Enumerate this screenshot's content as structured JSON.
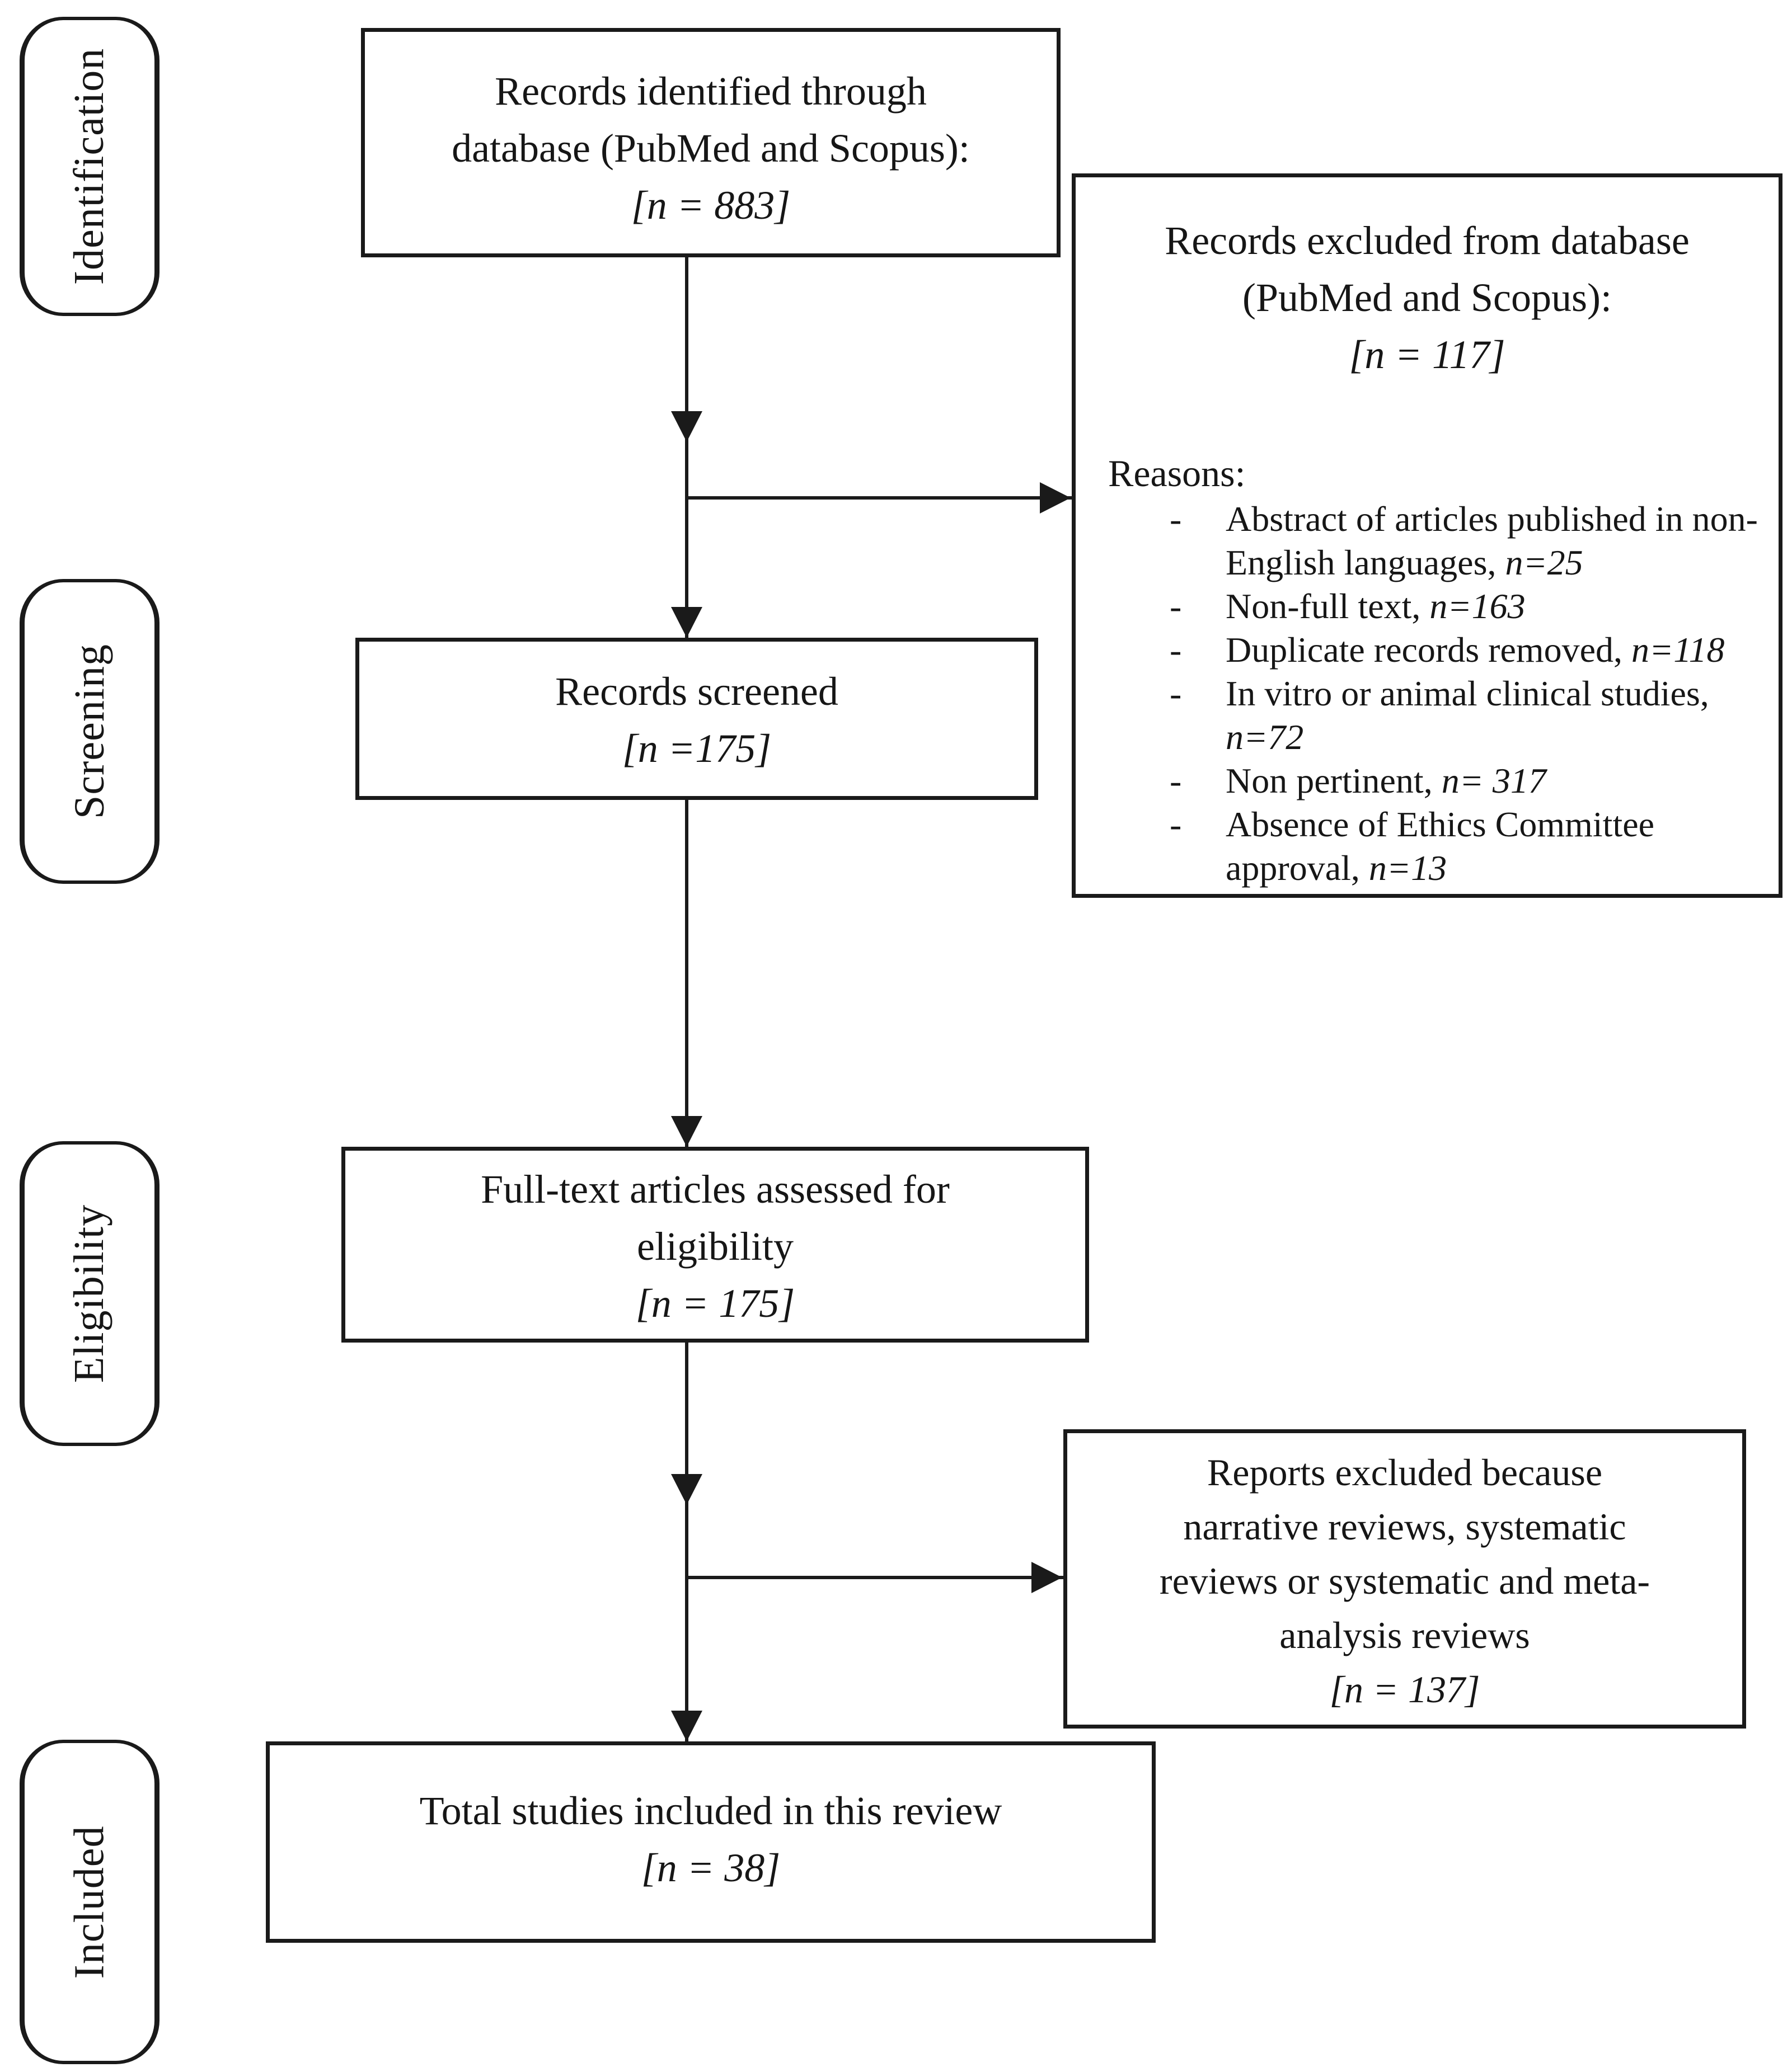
{
  "stages": [
    {
      "label": "Identification"
    },
    {
      "label": "Screening"
    },
    {
      "label": "Eligibility"
    },
    {
      "label": "Included"
    }
  ],
  "flow": {
    "identified": {
      "text": "Records identified through database (PubMed and Scopus):",
      "count": "[n = 883]"
    },
    "screened": {
      "text": "Records screened",
      "count": "[n =175]"
    },
    "fulltext": {
      "text": "Full-text articles assessed for eligibility",
      "count": "[n = 175]"
    },
    "included": {
      "text": "Total studies included in this review",
      "count": "[n = 38]"
    }
  },
  "exclusions": {
    "records": {
      "title": "Records excluded from database (PubMed and Scopus):",
      "count": "[n = 117]",
      "reasons_heading": "Reasons:",
      "bullet": "-",
      "reasons": [
        {
          "text": "Abstract of articles published in non-English languages, ",
          "n": "n=25"
        },
        {
          "text": "Non-full text, ",
          "n": "n=163"
        },
        {
          "text": "Duplicate records removed, ",
          "n": "n=118"
        },
        {
          "text": "In vitro or animal clinical studies, ",
          "n": "n=72"
        },
        {
          "text": "Non pertinent, ",
          "n": "n= 317"
        },
        {
          "text": "Absence of Ethics Committee approval, ",
          "n": "n=13"
        }
      ]
    },
    "reports": {
      "title": "Reports excluded because narrative reviews, systematic reviews or systematic and meta-analysis reviews",
      "count": "[n = 137]"
    }
  },
  "colors": {
    "ink": "#1a1a1a",
    "background": "#ffffff"
  }
}
